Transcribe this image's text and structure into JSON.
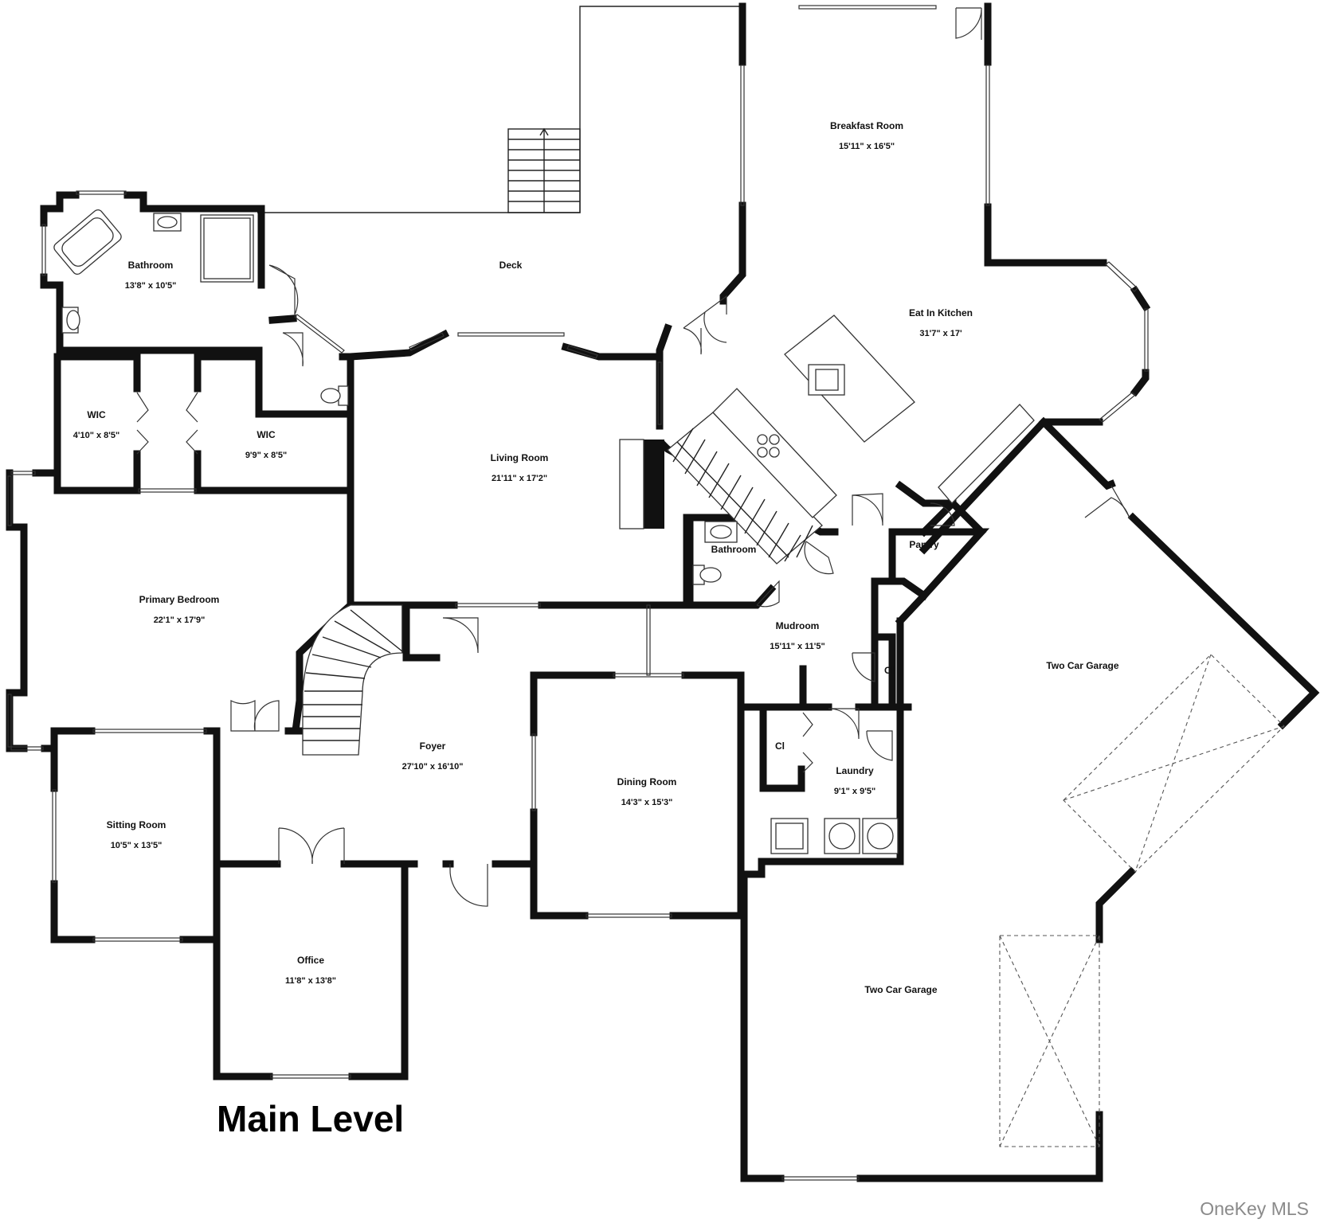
{
  "plan": {
    "title": "Main Level",
    "watermark": "OneKey MLS",
    "rooms": [
      {
        "name": "Breakfast Room",
        "dims": "15'11\" x 16'5\""
      },
      {
        "name": "Deck",
        "dims": ""
      },
      {
        "name": "Bathroom",
        "dims": "13'8\" x 10'5\""
      },
      {
        "name": "Eat In Kitchen",
        "dims": "31'7\" x 17'"
      },
      {
        "name": "WIC",
        "dims": "4'10\" x 8'5\""
      },
      {
        "name": "WIC",
        "dims": "9'9\" x 8'5\""
      },
      {
        "name": "Living Room",
        "dims": "21'11\" x 17'2\""
      },
      {
        "name": "Pantry",
        "dims": ""
      },
      {
        "name": "Bathroom",
        "dims": ""
      },
      {
        "name": "Primary Bedroom",
        "dims": "22'1\" x 17'9\""
      },
      {
        "name": "Mudroom",
        "dims": "15'11\" x 11'5\""
      },
      {
        "name": "Two Car Garage",
        "dims": ""
      },
      {
        "name": "Cl",
        "dims": ""
      },
      {
        "name": "Foyer",
        "dims": "27'10\" x 16'10\""
      },
      {
        "name": "Cl",
        "dims": ""
      },
      {
        "name": "Laundry",
        "dims": "9'1\" x 9'5\""
      },
      {
        "name": "Dining Room",
        "dims": "14'3\" x 15'3\""
      },
      {
        "name": "Sitting Room",
        "dims": "10'5\" x 13'5\""
      },
      {
        "name": "Office",
        "dims": "11'8\" x 13'8\""
      },
      {
        "name": "Two Car Garage",
        "dims": ""
      }
    ]
  }
}
